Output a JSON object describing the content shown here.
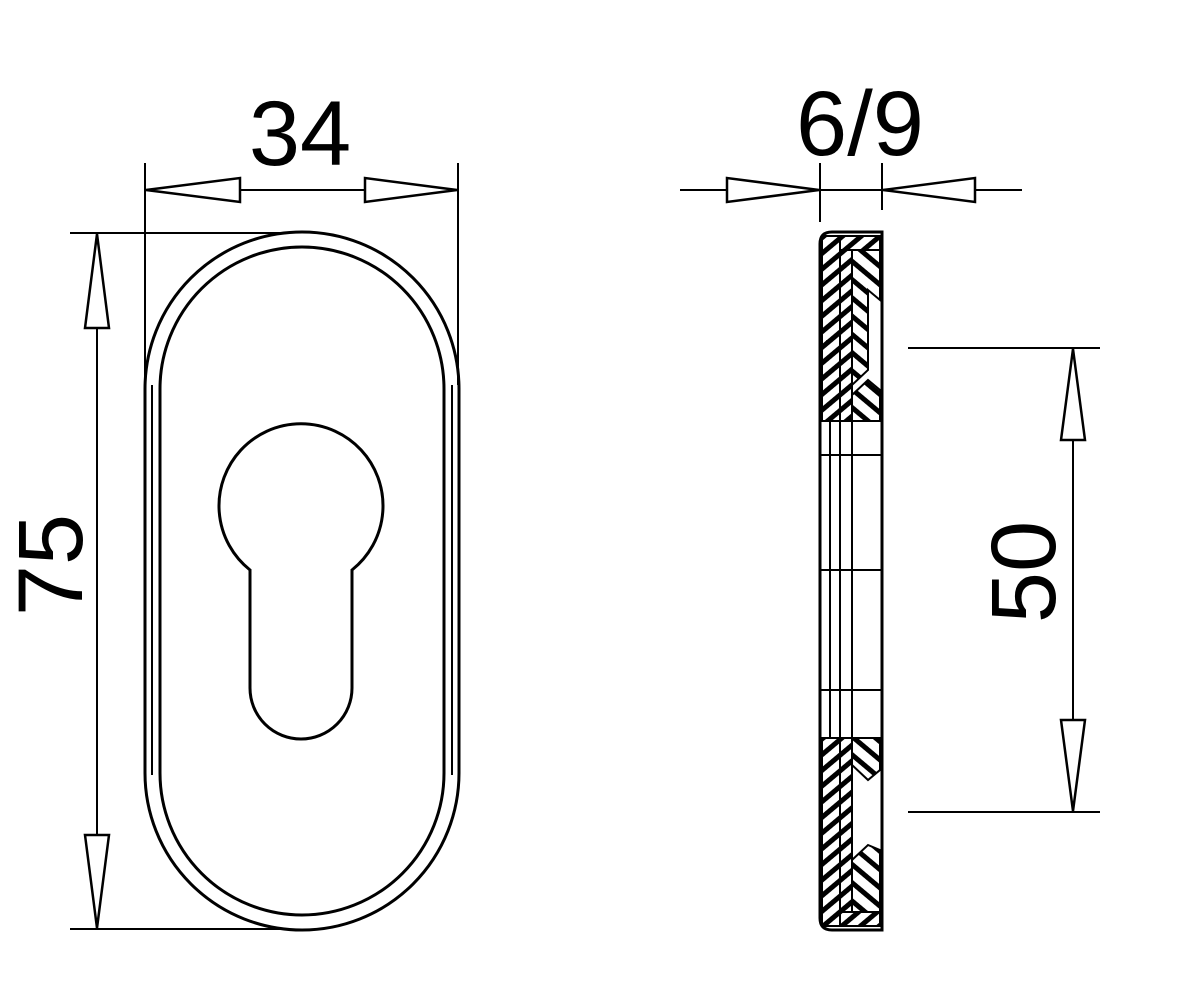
{
  "drawing": {
    "front_view": {
      "width_dimension": "34",
      "height_dimension": "75"
    },
    "side_view": {
      "thickness_dimension": "6/9",
      "hole_spacing_dimension": "50"
    },
    "colors": {
      "line": "#000000",
      "background": "#ffffff"
    }
  }
}
